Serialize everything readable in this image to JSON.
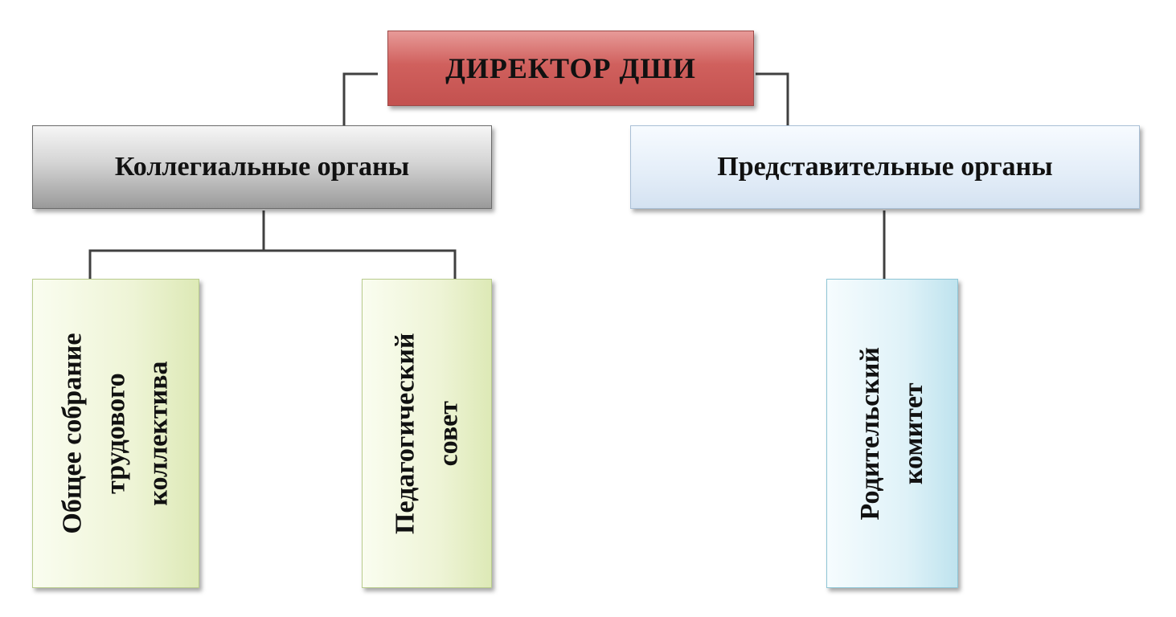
{
  "director": {
    "label": "ДИРЕКТОР ДШИ"
  },
  "groups": {
    "collegial": {
      "label": "Коллегиальные органы",
      "members": {
        "general_meeting": {
          "lines": [
            "Общее собрание",
            "трудового",
            "коллектива"
          ]
        },
        "pedagogical_council": {
          "lines": [
            "Педагогический",
            "совет"
          ]
        }
      }
    },
    "representative": {
      "label": "Представительные органы",
      "members": {
        "parent_committee": {
          "lines": [
            "Родительский",
            "комитет"
          ]
        }
      }
    }
  },
  "colors": {
    "director": "#d0605d",
    "collegial": "#c9c9c9",
    "representative": "#e3edf8",
    "collegial_members": "#eef4d6",
    "representative_members": "#dff2f8",
    "connector": "#404040"
  }
}
